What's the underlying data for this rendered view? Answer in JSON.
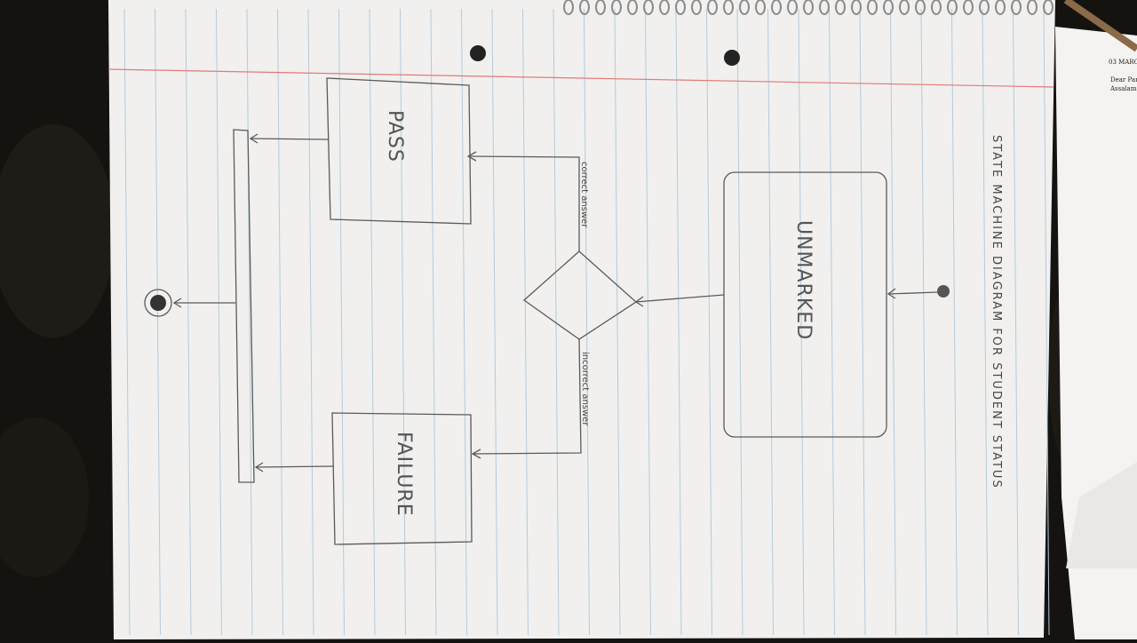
{
  "diagram": {
    "title": "STATE MACHINE DIAGRAM FOR STUDENT STATUS",
    "states": {
      "unmarked": "UNMARKED",
      "pass": "PASS",
      "failure": "FAILURE"
    },
    "guards": {
      "correct": "correct answer",
      "incorrect": "incorrect answer"
    }
  },
  "background_paper": {
    "date": "03 MARC",
    "line1": "Dear Par",
    "line2": "Assalam"
  },
  "colors": {
    "paper": "#f1f0ee",
    "rule_blue": "#a8c4d8",
    "margin_red": "#d9534f",
    "pencil": "#5a5a5a",
    "desk": "#151310"
  }
}
